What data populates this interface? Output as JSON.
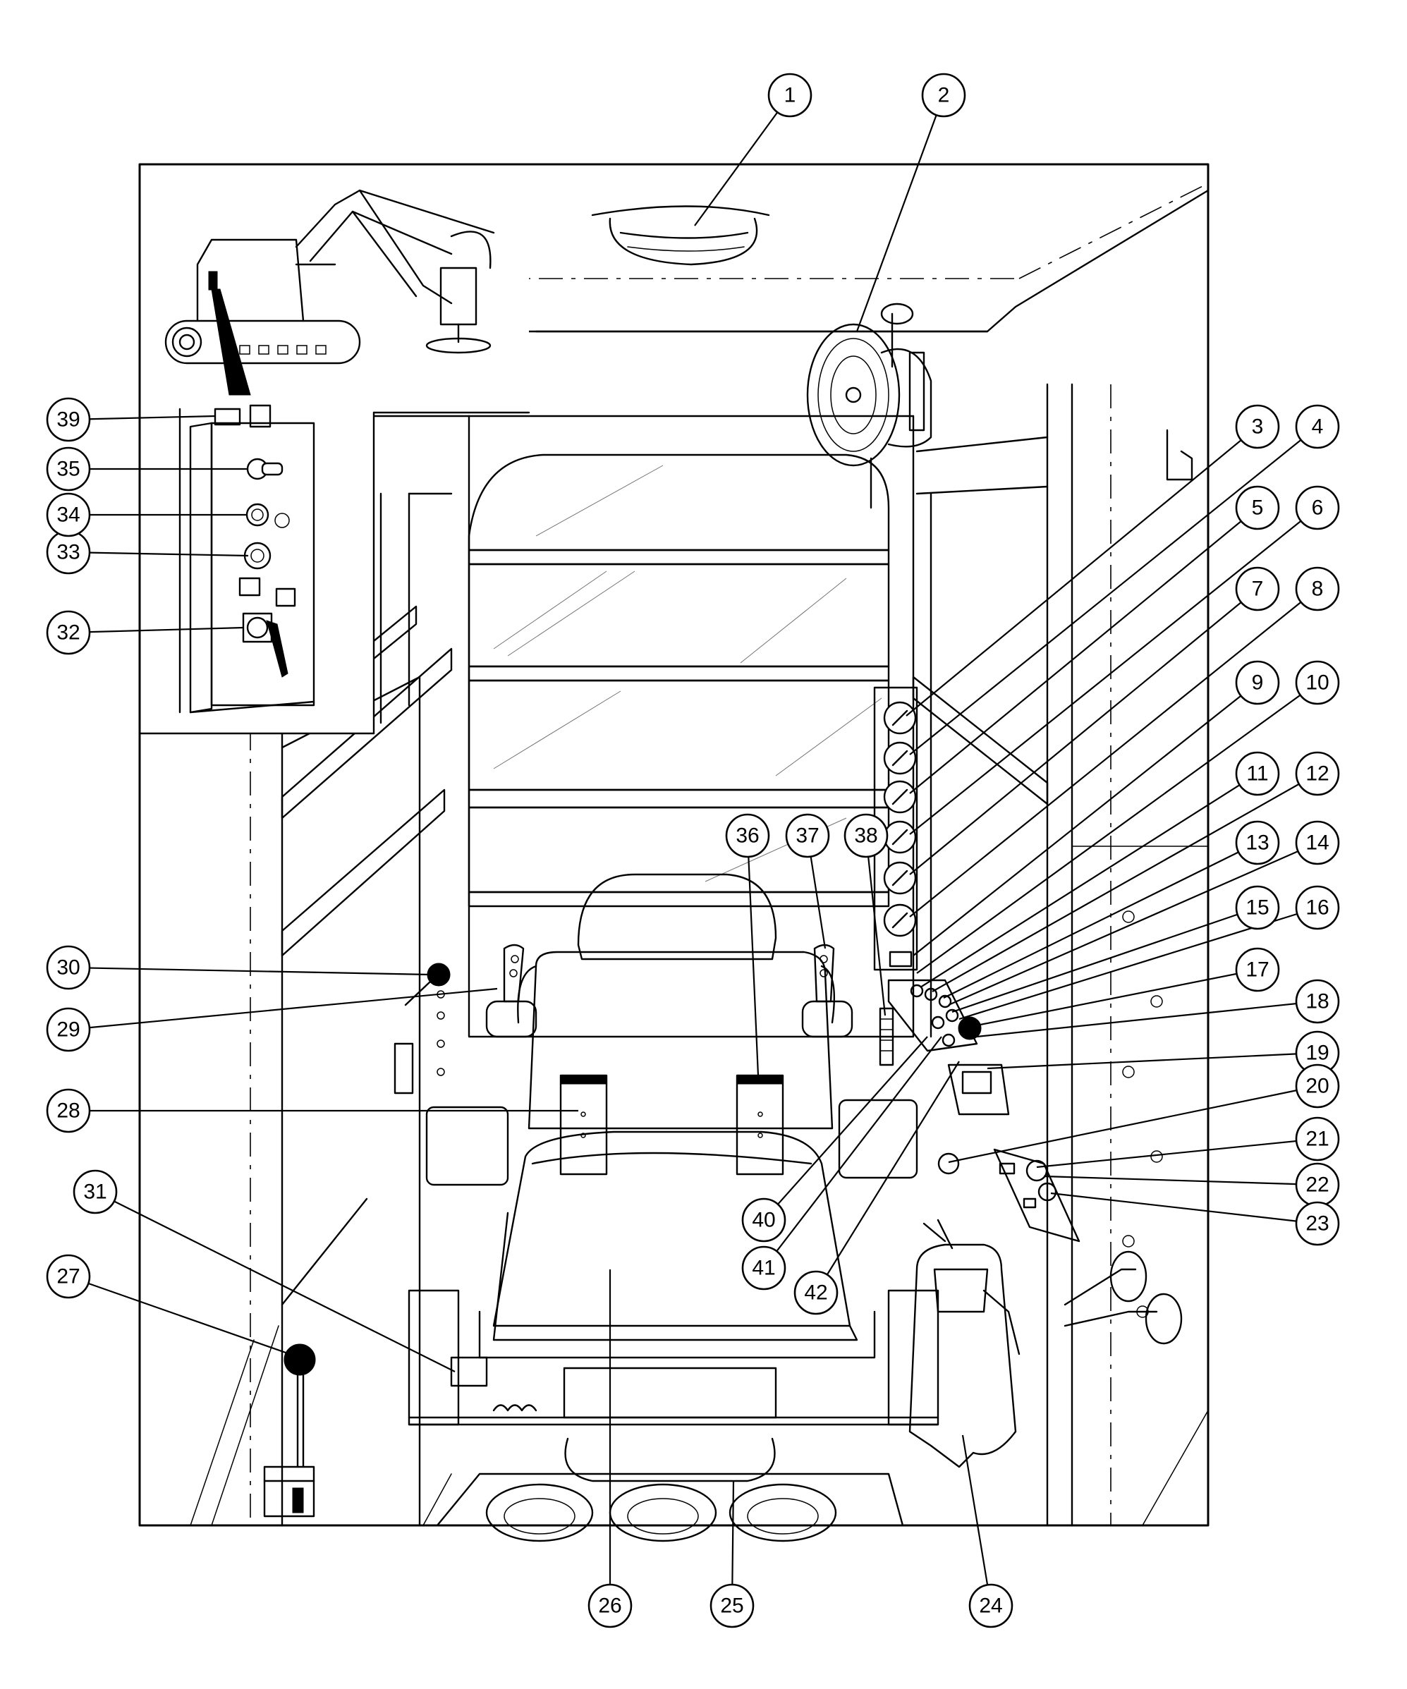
{
  "callouts": [
    {
      "label": "1"
    },
    {
      "label": "2"
    },
    {
      "label": "3"
    },
    {
      "label": "4"
    },
    {
      "label": "5"
    },
    {
      "label": "6"
    },
    {
      "label": "7"
    },
    {
      "label": "8"
    },
    {
      "label": "9"
    },
    {
      "label": "10"
    },
    {
      "label": "11"
    },
    {
      "label": "12"
    },
    {
      "label": "13"
    },
    {
      "label": "14"
    },
    {
      "label": "15"
    },
    {
      "label": "16"
    },
    {
      "label": "17"
    },
    {
      "label": "18"
    },
    {
      "label": "19"
    },
    {
      "label": "20"
    },
    {
      "label": "21"
    },
    {
      "label": "22"
    },
    {
      "label": "23"
    },
    {
      "label": "24"
    },
    {
      "label": "25"
    },
    {
      "label": "26"
    },
    {
      "label": "27"
    },
    {
      "label": "28"
    },
    {
      "label": "29"
    },
    {
      "label": "30"
    },
    {
      "label": "31"
    },
    {
      "label": "32"
    },
    {
      "label": "33"
    },
    {
      "label": "34"
    },
    {
      "label": "35"
    },
    {
      "label": "36"
    },
    {
      "label": "37"
    },
    {
      "label": "38"
    },
    {
      "label": "39"
    },
    {
      "label": "40"
    },
    {
      "label": "41"
    },
    {
      "label": "42"
    }
  ]
}
